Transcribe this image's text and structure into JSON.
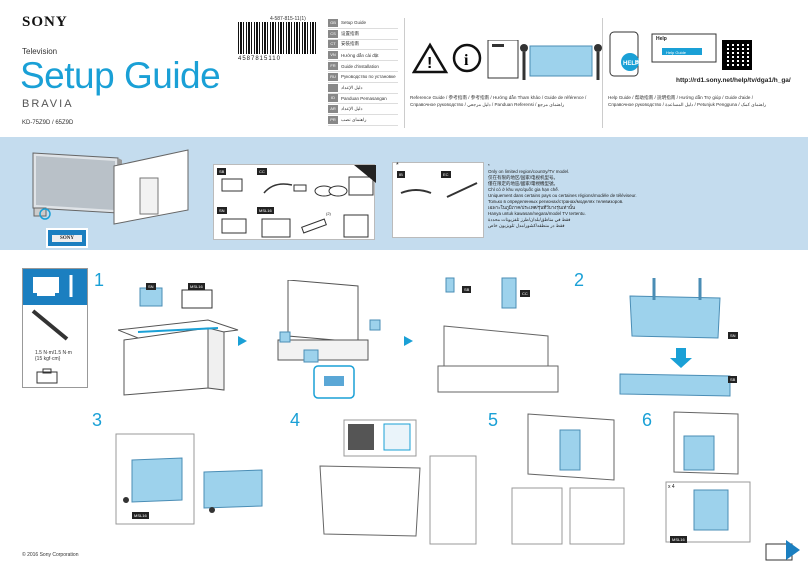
{
  "header": {
    "brand": "SONY",
    "product_type": "Television",
    "title": "Setup Guide",
    "series": "BRAVIA",
    "models": "KD-75Z9D / 65Z9D",
    "part_number": "4-587-815-11(1)",
    "barcode_number": "4587815110"
  },
  "languages": [
    {
      "code": "GB",
      "name": "Setup Guide"
    },
    {
      "code": "CS",
      "name": "设置指南"
    },
    {
      "code": "CT",
      "name": "安裝指南"
    },
    {
      "code": "VN",
      "name": "Hướng dẫn cài đặt"
    },
    {
      "code": "FR",
      "name": "Guide d'installation"
    },
    {
      "code": "RU",
      "name": "Руководство по установке"
    },
    {
      "code": "",
      "name": "دليل الإعداد"
    },
    {
      "code": "ID",
      "name": "Panduan Pemasangan"
    },
    {
      "code": "AR",
      "name": "دليل الإعداد"
    },
    {
      "code": "PR",
      "name": "راهنمای نصب"
    }
  ],
  "reference": {
    "line1": "Reference Guide / 参考指南 / 参考指南 / Hướng dẫn Tham khảo / Guide de référence /",
    "line2": "Справочное руководство / دليل مرجعي / Panduan Referensi / راهنمای مرجع"
  },
  "help": {
    "label": "Help",
    "button": "Help Guide",
    "key": "HELP",
    "url": "http://rd1.sony.net/help/tv/dga1/h_ga/",
    "line1": "Help Guide / 帮助指南 / 說明指南 / Hướng dẫn Trợ giúp / Guide d'aide /",
    "line2": "Справочное руководство / دليل المساعدة / Petunjuk Pengguna / راهنمای کمک"
  },
  "contents": {
    "tv_badge": "SONY",
    "tags": [
      "SB",
      "CC",
      "SN",
      "MSL16"
    ],
    "remote_qty": "(2)",
    "star_tags": [
      "IB",
      "EC"
    ],
    "star": "*"
  },
  "notes": {
    "star": "*",
    "lines": [
      "Only on limited region/country/TV model.",
      "仅在有限的地区/国家/电视机型号。",
      "僅在限定的地區/國家/電視機型號。",
      "Chỉ có ở khu vực/quốc gia hạn chế.",
      "Uniquement dans certains pays ou certaines régions/modèle de téléviseur.",
      "Только в определенных регионах/странах/моделях телевизоров.",
      "เฉพาะในภูมิภาค/ประเทศ/รุ่นทีวีบางรุ่นเท่านั้น",
      "Hanya untuk kawasan/negara/model TV tertentu.",
      "فقط في مناطق/بلدان/طرز تلفزيونات محددة",
      "فقط در منطقه/کشور/مدل تلویزیون خاص"
    ]
  },
  "steps": {
    "tools": {
      "torque": "1.5 N·m {15 kgf·cm}",
      "torque_line1": "1.5 N·m/1.5 N·m",
      "torque_line2": "{15 kgf·cm}"
    },
    "labels": [
      "1",
      "2",
      "3",
      "4",
      "5",
      "6"
    ],
    "part_tags": {
      "sn": "SN",
      "msl16": "MSL16",
      "sb": "SB",
      "cc": "CC"
    },
    "x4": "x 4"
  },
  "footer": {
    "copyright": "© 2016 Sony Corporation"
  },
  "colors": {
    "accent": "#1aa0d6",
    "band": "#c4dcee",
    "part": "#9dd2ec",
    "dark_blue": "#1b7fc0"
  }
}
